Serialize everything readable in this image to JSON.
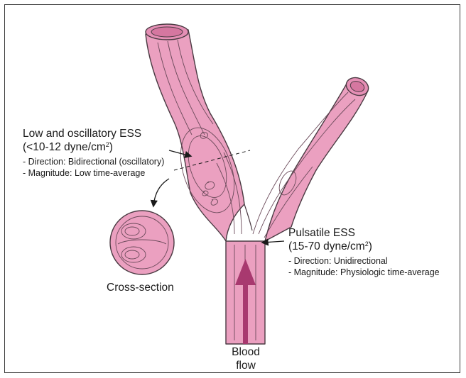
{
  "colors": {
    "vessel_fill": "#EBA0C0",
    "vessel_stroke": "#4a3a42",
    "arrow": "#A8396F",
    "streamline": "#6b4a5a"
  },
  "low_ess": {
    "title": "Low and oscillatory ESS",
    "range_prefix": "(<10-12 dyne/cm",
    "range_sup": "2",
    "range_suffix": ")",
    "direction": "- Direction: Bidirectional (oscillatory)",
    "magnitude": "- Magnitude: Low time-average"
  },
  "pulsatile_ess": {
    "title": "Pulsatile ESS",
    "range_prefix": "(15-70 dyne/cm",
    "range_sup": "2",
    "range_suffix": ")",
    "direction": "- Direction: Unidirectional",
    "magnitude": "- Magnitude: Physiologic time-average"
  },
  "cross_section_label": "Cross-section",
  "blood_flow": {
    "line1": "Blood",
    "line2": "flow"
  }
}
